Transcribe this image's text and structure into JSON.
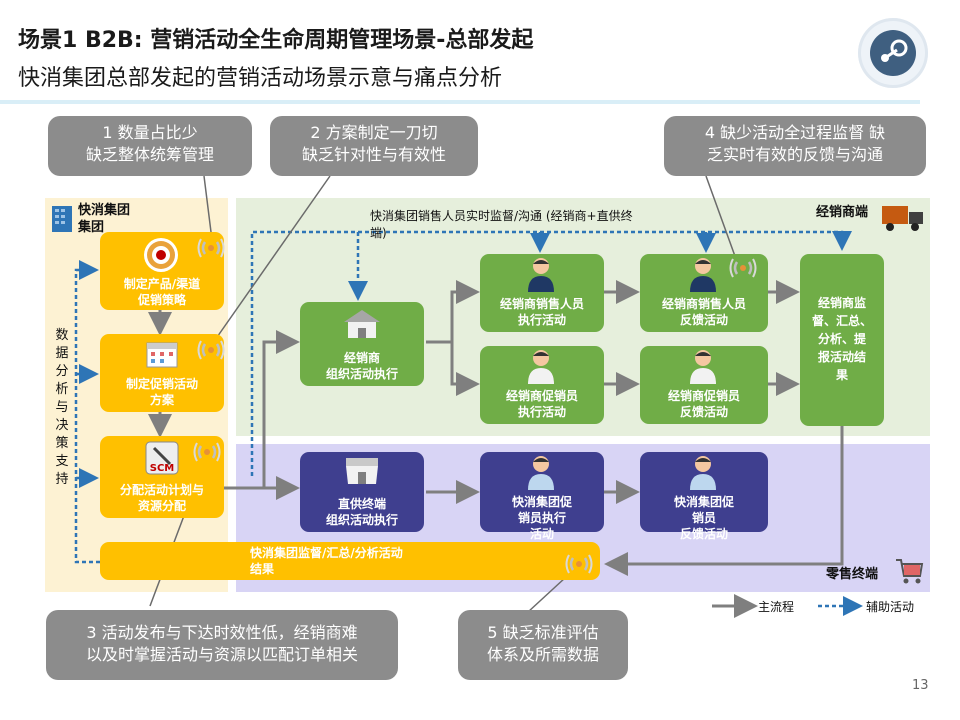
{
  "header": {
    "title_line1": "场景1 B2B:  营销活动全生命周期管理场景-总部发起",
    "title_line2": "快消集团总部发起的营销活动场景示意与痛点分析"
  },
  "zones": {
    "group": "快消集团\n集团",
    "dealer": "经销商端",
    "retail": "零售终端",
    "side_label": "数\n据\n分\n析\n与\n决\n策\n支\n持",
    "top_note": "快消集团销售人员实时监督/沟通 (经销商+直供终\n端)"
  },
  "boxes": {
    "strategy": "制定产品/渠道\n促销策略",
    "plan": "制定促销活动\n方案",
    "allocate": "分配活动计划与\n资源分配",
    "dealer_exec": "经销商\n组织活动执行",
    "dealer_sales_exec": "经销商销售人员\n执行活动",
    "dealer_sales_fb": "经销商销售人员\n反馈活动",
    "dealer_promo_exec": "经销商促销员\n执行活动",
    "dealer_promo_fb": "经销商促销员\n反馈活动",
    "dealer_monitor": "经销商监\n督、汇总、\n分析、提\n报活动结\n果",
    "direct_exec": "直供终端\n组织活动执行",
    "group_promo_exec": "快消集团促\n销员执行\n活动",
    "group_promo_fb": "快消集团促\n销员\n反馈活动",
    "group_monitor": "快消集团监督/汇总/分析活动\n结果"
  },
  "callouts": {
    "c1": "1 数量占比少\n缺乏整体统筹管理",
    "c2": "2 方案制定一刀切\n缺乏针对性与有效性",
    "c3": "3 活动发布与下达时效性低，经销商难\n以及时掌握活动与资源以匹配订单相关",
    "c4": "4 缺少活动全过程监督 缺\n乏实时有效的反馈与沟通",
    "c5": "5 缺乏标准评估\n体系及所需数据"
  },
  "legend": {
    "main": "主流程",
    "aux": "辅助活动"
  },
  "icons": {
    "scm": "SCM"
  },
  "page_number": "13",
  "colors": {
    "yellow": "#ffc000",
    "green": "#70ad47",
    "purple": "#3f3f8f",
    "callout": "#8c8c8c",
    "aux_line": "#2e75b6",
    "main_line": "#7f7f7f"
  }
}
